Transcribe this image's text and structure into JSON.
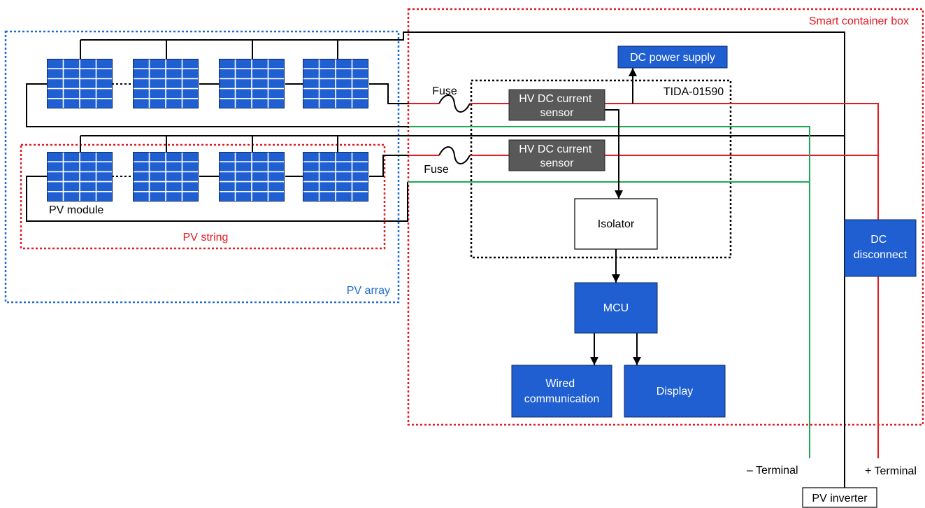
{
  "containers": {
    "smart_container_box": "Smart container box",
    "pv_array": "PV array",
    "pv_string": "PV string",
    "reference_design": "TIDA-01590"
  },
  "blocks": {
    "dc_power_supply": "DC power supply",
    "current_sensor_1": {
      "line1": "HV DC current",
      "line2": "sensor"
    },
    "current_sensor_2": {
      "line1": "HV DC current",
      "line2": "sensor"
    },
    "isolator": "Isolator",
    "mcu": "MCU",
    "wired_communication": {
      "line1": "Wired",
      "line2": "communication"
    },
    "display": "Display",
    "dc_disconnect": {
      "line1": "DC",
      "line2": "disconnect"
    },
    "pv_inverter": "PV inverter"
  },
  "labels": {
    "fuse_1": "Fuse",
    "fuse_2": "Fuse",
    "pv_module": "PV module",
    "negative_terminal": "– Terminal",
    "positive_terminal": "+ Terminal"
  },
  "colors": {
    "block_blue": "#1f5fd2",
    "sensor_gray": "#595959",
    "positive_wire_red": "#e31b23",
    "negative_wire_green": "#20a857",
    "pv_array_border_blue": "#1e6ad4"
  }
}
